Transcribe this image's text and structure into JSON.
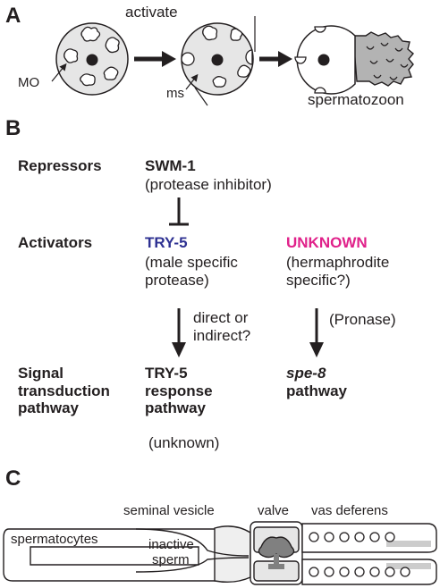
{
  "panels": {
    "a": "A",
    "b": "B",
    "c": "C"
  },
  "panel_a": {
    "activate": "activate",
    "mo": "MO",
    "ms": "ms",
    "spermatozoon": "spermatozoon"
  },
  "panel_b": {
    "row_repressors": "Repressors",
    "row_activators": "Activators",
    "row_signal": [
      "Signal",
      "transduction",
      "pathway"
    ],
    "swm1": "SWM-1",
    "swm1_desc": "(protease inhibitor)",
    "try5": "TRY-5",
    "try5_desc": [
      "(male specific",
      "protease)"
    ],
    "unknown": "UNKNOWN",
    "unknown_desc": [
      "(hermaphrodite",
      "specific?)"
    ],
    "direct": [
      "direct or",
      "indirect?"
    ],
    "pronase": "(Pronase)",
    "try5_response": [
      "TRY-5",
      "response",
      "pathway"
    ],
    "response_unknown": "(unknown)",
    "spe8": "spe-8",
    "spe8_pathway": "pathway"
  },
  "panel_c": {
    "seminal_vesicle": "seminal vesicle",
    "valve": "valve",
    "vas_deferens": "vas deferens",
    "spermatocytes": "spermatocytes",
    "inactive": "inactive",
    "sperm": "sperm"
  },
  "colors": {
    "blue": "#2e3192",
    "pink": "#e0218a",
    "cell_fill": "#e6e6e6",
    "pseudopod": "#b3b3b3"
  }
}
